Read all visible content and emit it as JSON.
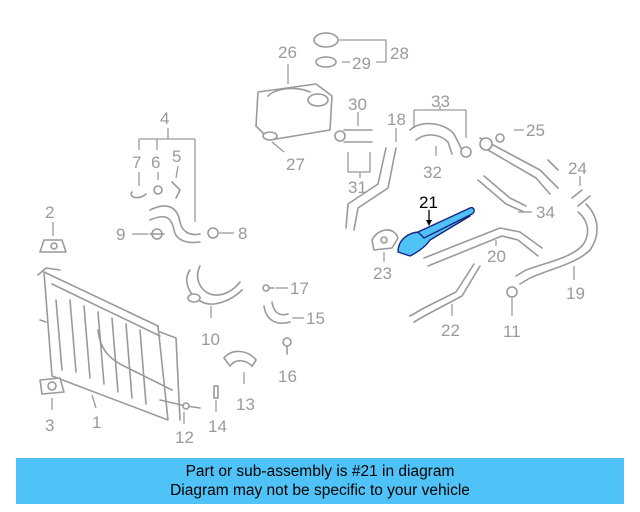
{
  "colors": {
    "banner": "#4fc3f7",
    "highlight": "#4fc3f7",
    "line": "#9a9a9a",
    "background": "#ffffff"
  },
  "callouts": {
    "c1": "1",
    "c2": "2",
    "c3": "3",
    "c4": "4",
    "c5": "5",
    "c6": "6",
    "c7": "7",
    "c8": "8",
    "c9": "9",
    "c10": "10",
    "c11": "11",
    "c12": "12",
    "c13": "13",
    "c14": "14",
    "c15": "15",
    "c16": "16",
    "c17": "17",
    "c18": "18",
    "c19": "19",
    "c20": "20",
    "c21": "21",
    "c22": "22",
    "c23": "23",
    "c24": "24",
    "c25": "25",
    "c26": "26",
    "c27": "27",
    "c28": "28",
    "c29": "29",
    "c30": "30",
    "c31": "31",
    "c32": "32",
    "c33": "33",
    "c34": "34"
  },
  "highlighted_part": "21",
  "banner": {
    "line1": "Part or sub-assembly is #21 in diagram",
    "line2": "Diagram may not be specific to your vehicle"
  }
}
